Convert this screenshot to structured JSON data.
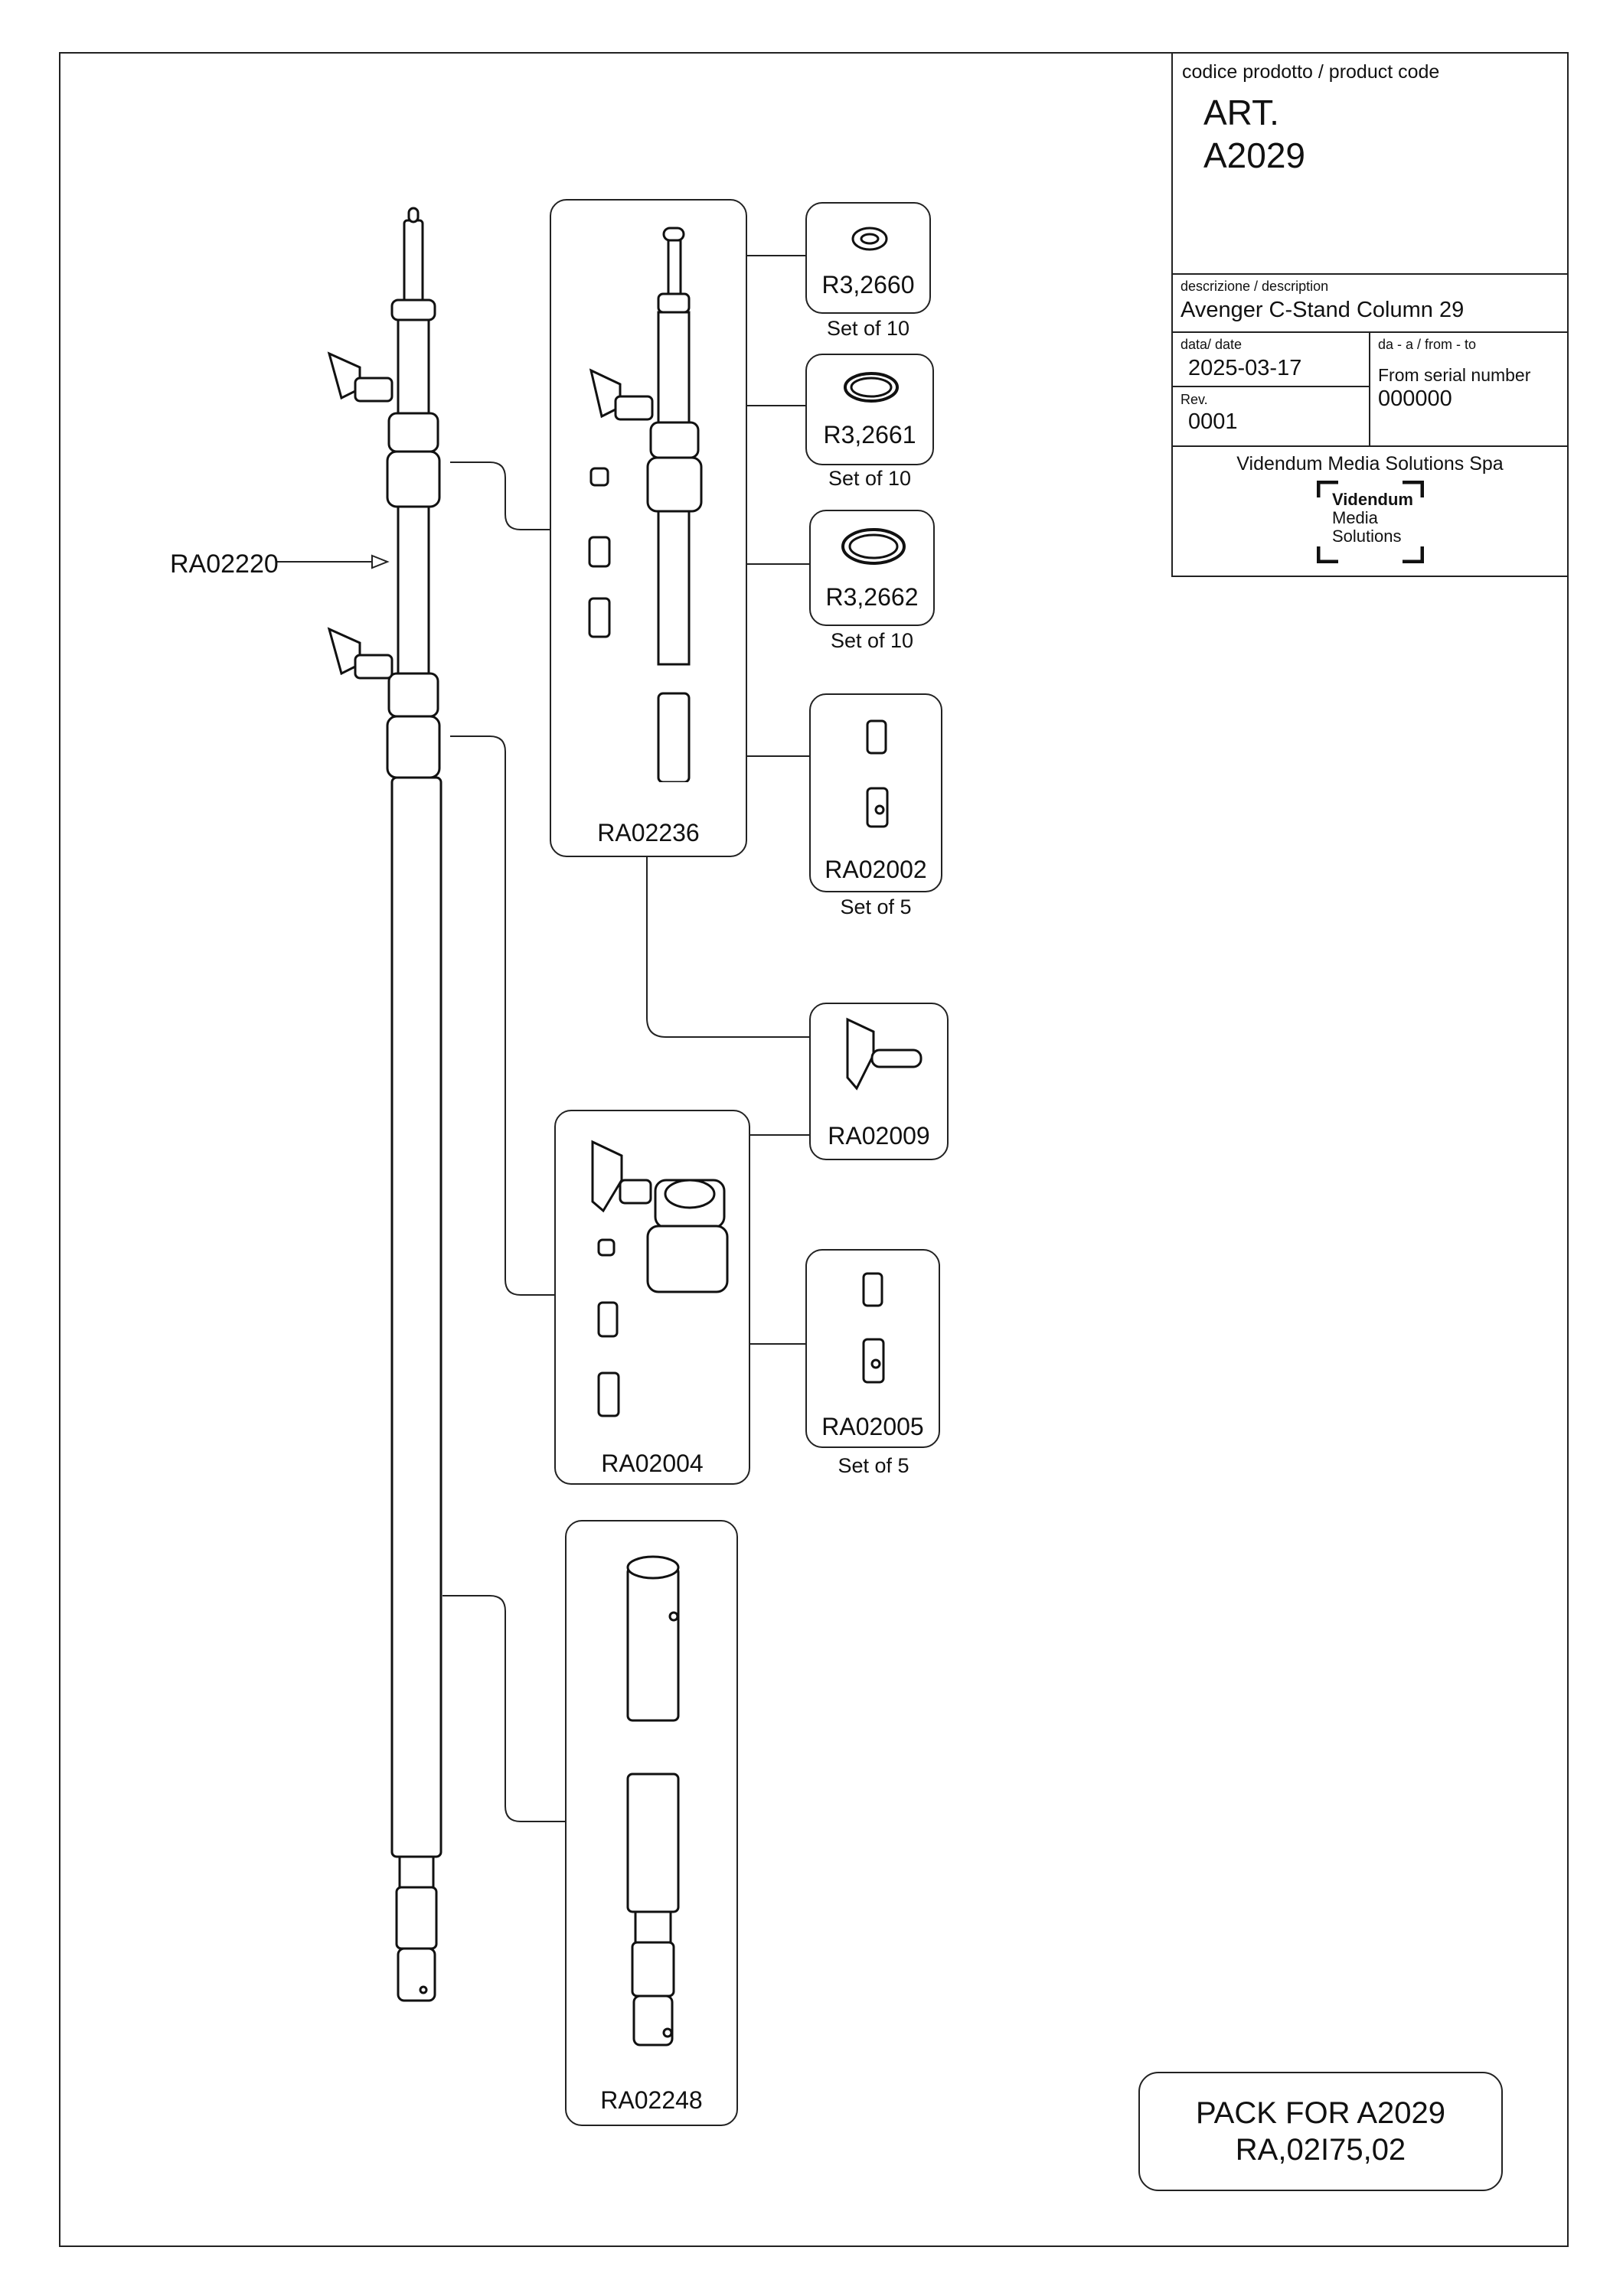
{
  "title_block": {
    "product_code_label": "codice prodotto / product code",
    "art_label": "ART.",
    "art_code": "A2029",
    "description_label": "descrizione / description",
    "description": "Avenger C-Stand Column 29",
    "date_label": "data/ date",
    "date": "2025-03-17",
    "from_to_label": "da - a / from - to",
    "from_serial_label": "From serial number",
    "serial": "000000",
    "rev_label": "Rev.",
    "rev": "0001",
    "company": "Videndum Media Solutions Spa",
    "logo_lines": [
      "Videndum",
      "Media",
      "Solutions"
    ]
  },
  "column_label": "RA02220",
  "parts": {
    "ra02236": "RA02236",
    "r32660": "R3,2660",
    "r32661": "R3,2661",
    "r32662": "R3,2662",
    "set10": "Set of 10",
    "ra02002": "RA02002",
    "set5": "Set of 5",
    "ra02009": "RA02009",
    "ra02004": "RA02004",
    "ra02005": "RA02005",
    "ra02248": "RA02248"
  },
  "pack": {
    "line1": "PACK FOR A2029",
    "line2": "RA,02I75,02"
  }
}
